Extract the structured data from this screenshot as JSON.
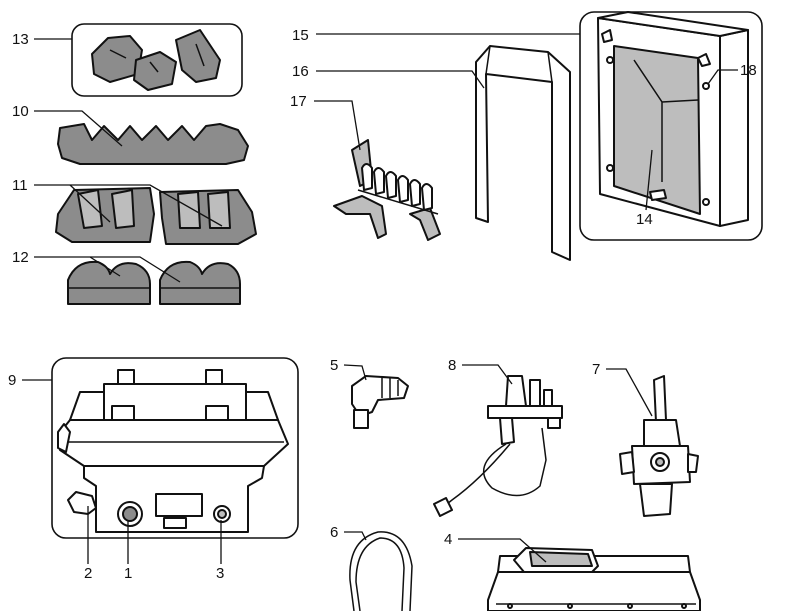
{
  "labels": {
    "l1": "1",
    "l2": "2",
    "l3": "3",
    "l4": "4",
    "l5": "5",
    "l6": "6",
    "l7": "7",
    "l8": "8",
    "l9": "9",
    "l10": "10",
    "l11": "11",
    "l12": "12",
    "l13": "13",
    "l14": "14",
    "l15": "15",
    "l16": "16",
    "l17": "17",
    "l18": "18"
  },
  "colors": {
    "part_fill": "#8c8c8c",
    "light_fill": "#bdbdbd",
    "stroke": "#111111"
  }
}
